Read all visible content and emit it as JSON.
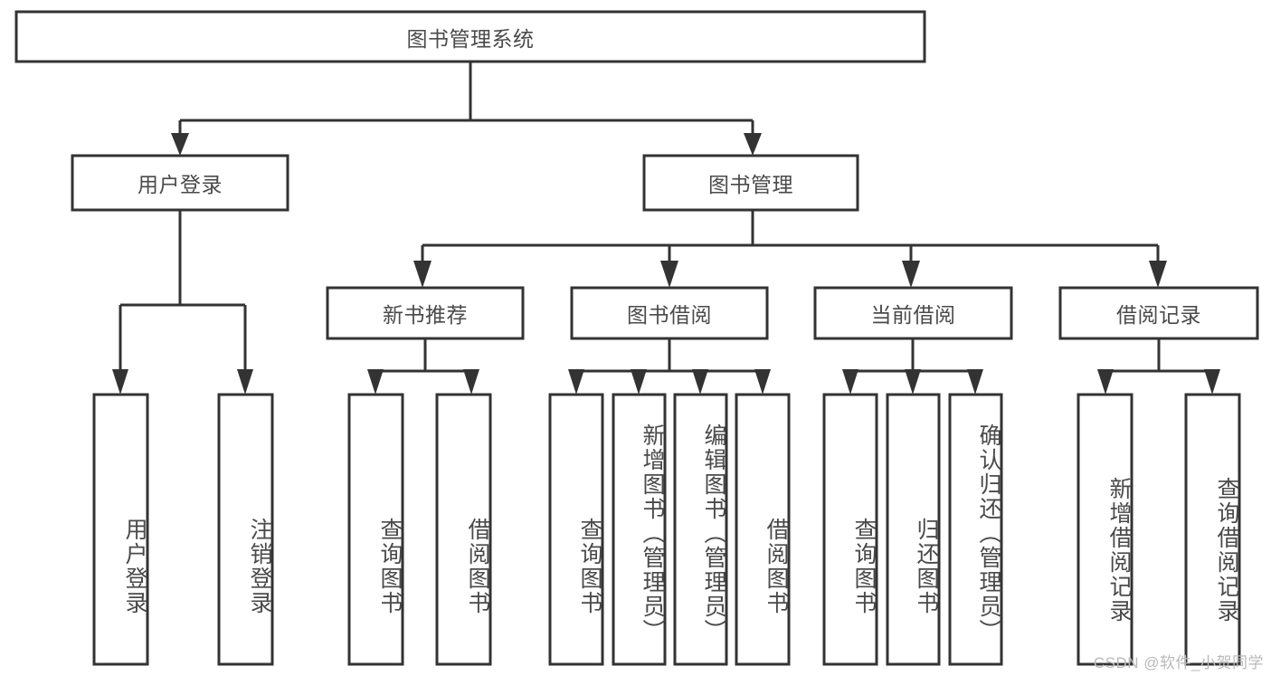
{
  "diagram": {
    "type": "tree-hierarchy",
    "title": "图书管理系统",
    "watermark": "CSDN @软件_小贺同学",
    "colors": {
      "box_stroke": "#333333",
      "box_fill": "#ffffff",
      "text": "#4a4a4a",
      "background": "#ffffff",
      "watermark": "#b9b9b9"
    },
    "levels": {
      "root": {
        "label": "图书管理系统"
      },
      "level2": [
        {
          "label": "用户登录"
        },
        {
          "label": "图书管理"
        }
      ],
      "level3": [
        {
          "label": "新书推荐"
        },
        {
          "label": "图书借阅"
        },
        {
          "label": "当前借阅"
        },
        {
          "label": "借阅记录"
        }
      ],
      "leaves": [
        {
          "label": "用户登录",
          "parent": "用户登录"
        },
        {
          "label": "注销登录",
          "parent": "用户登录"
        },
        {
          "label": "查询图书",
          "parent": "新书推荐"
        },
        {
          "label": "借阅图书",
          "parent": "新书推荐"
        },
        {
          "label": "查询图书",
          "parent": "图书借阅"
        },
        {
          "label": "新增图书（管理员）",
          "parent": "图书借阅"
        },
        {
          "label": "编辑图书（管理员）",
          "parent": "图书借阅"
        },
        {
          "label": "借阅图书",
          "parent": "图书借阅"
        },
        {
          "label": "查询图书",
          "parent": "当前借阅"
        },
        {
          "label": "归还图书",
          "parent": "当前借阅"
        },
        {
          "label": "确认归还（管理员）",
          "parent": "当前借阅"
        },
        {
          "label": "新增借阅记录",
          "parent": "借阅记录"
        },
        {
          "label": "查询借阅记录",
          "parent": "借阅记录"
        }
      ]
    }
  }
}
